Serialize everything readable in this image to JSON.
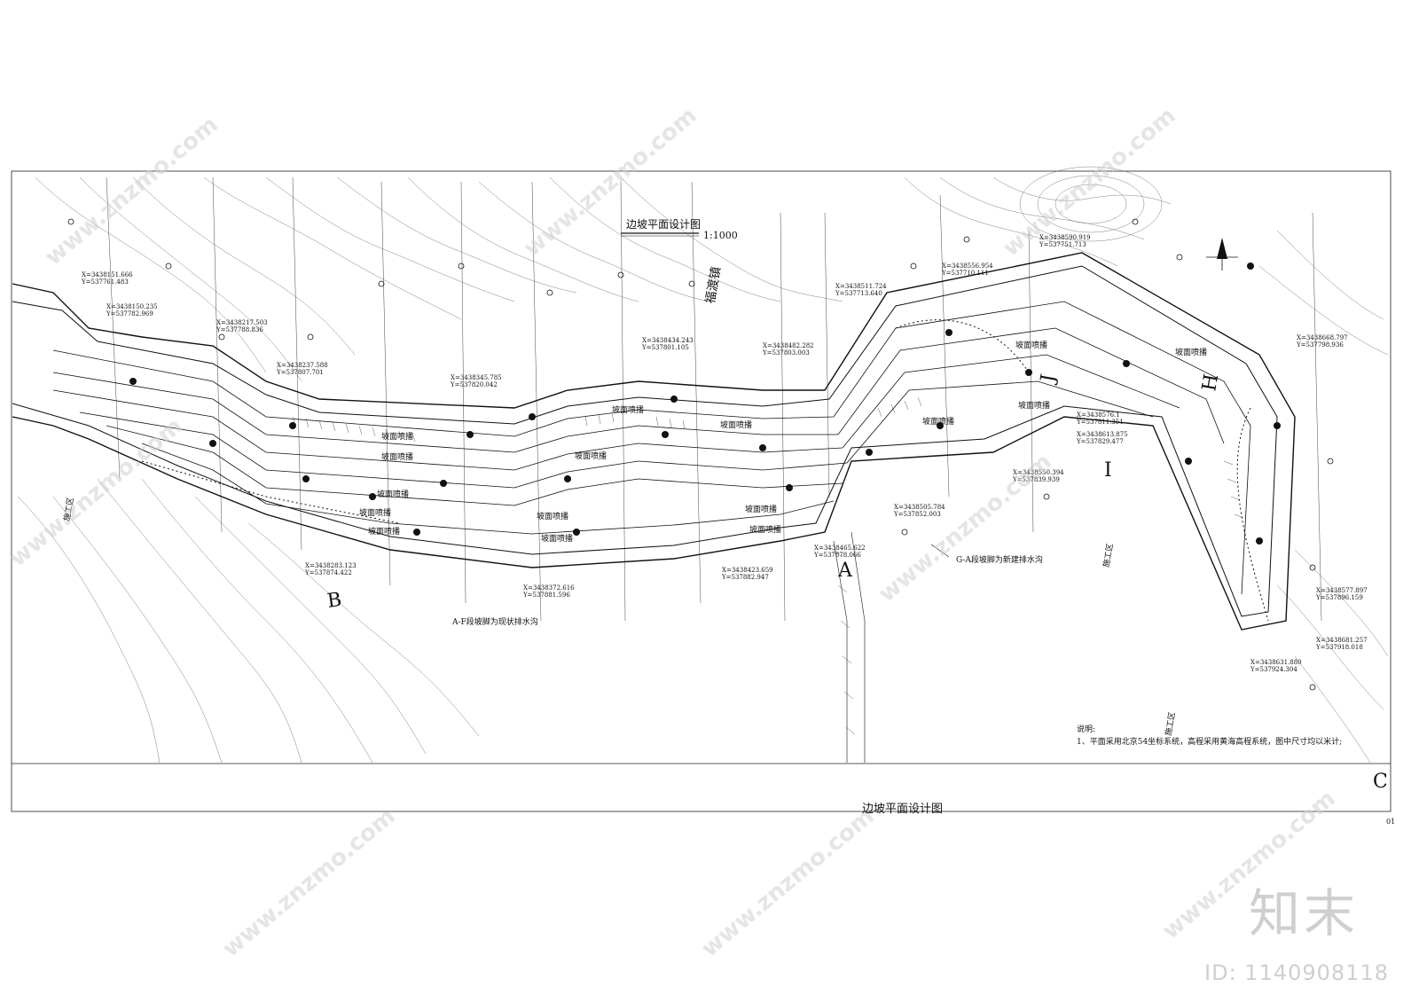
{
  "drawing": {
    "title": "边坡平面设计图",
    "scale": "1:1000"
  },
  "title_block": {
    "label": "边坡平面设计图",
    "sheet_no": "01"
  },
  "notes": {
    "heading": "说明:",
    "line1": "1、平面采用北京54坐标系统，高程采用黄海高程系统，图中尺寸均以米计;"
  },
  "section_letters": [
    "A",
    "B",
    "J",
    "H",
    "I",
    "C"
  ],
  "slope_labels": [
    "坡面喷播",
    "坡面喷播",
    "坡面喷播",
    "坡面喷播",
    "坡面喷播",
    "坡面喷播",
    "坡面喷播",
    "坡面喷播",
    "坡面喷播",
    "坡面喷播",
    "坡面喷播",
    "坡面喷播",
    "坡面喷播",
    "坡面喷播",
    "坡面喷播",
    "坡面喷播"
  ],
  "drain_notes": {
    "af": "A-F段坡脚为现状排水沟",
    "ga": "G-A段坡脚为新建排水沟"
  },
  "area_labels": {
    "place": "福渡镇",
    "works1": "施工区",
    "works2": "施工区",
    "works3": "施工区"
  },
  "coordinates": [
    {
      "x": "X=3438151.666",
      "y": "Y=537761.483"
    },
    {
      "x": "X=3438150.235",
      "y": "Y=537782.969"
    },
    {
      "x": "X=3438217.503",
      "y": "Y=537788.836"
    },
    {
      "x": "X=3438237.588",
      "y": "Y=537807.701"
    },
    {
      "x": "X=3438345.785",
      "y": "Y=537820.042"
    },
    {
      "x": "X=3438434.243",
      "y": "Y=537801.105"
    },
    {
      "x": "X=3438482.282",
      "y": "Y=537803.003"
    },
    {
      "x": "X=3438511.724",
      "y": "Y=537713.640"
    },
    {
      "x": "X=3438556.954",
      "y": "Y=537710.111"
    },
    {
      "x": "X=3438590.919",
      "y": "Y=537751.713"
    },
    {
      "x": "X=3438668.797",
      "y": "Y=537798.936"
    },
    {
      "x": "X=3438576.1",
      "y": "Y=537811.351"
    },
    {
      "x": "X=3438613.875",
      "y": "Y=537829.477"
    },
    {
      "x": "X=3438550.394",
      "y": "Y=537839.939"
    },
    {
      "x": "X=3438505.784",
      "y": "Y=537852.003"
    },
    {
      "x": "X=3438465.622",
      "y": "Y=537878.066"
    },
    {
      "x": "X=3438423.659",
      "y": "Y=537882.947"
    },
    {
      "x": "X=3438372.616",
      "y": "Y=537881.596"
    },
    {
      "x": "X=3438283.123",
      "y": "Y=537874.422"
    },
    {
      "x": "X=3438577.897",
      "y": "Y=537896.159"
    },
    {
      "x": "X=3438681.257",
      "y": "Y=537918.018"
    },
    {
      "x": "X=3438631.880",
      "y": "Y=537924.304"
    }
  ],
  "watermark": {
    "text": "www.znzmo.com",
    "brand": "知末",
    "id": "ID: 1140908118"
  }
}
